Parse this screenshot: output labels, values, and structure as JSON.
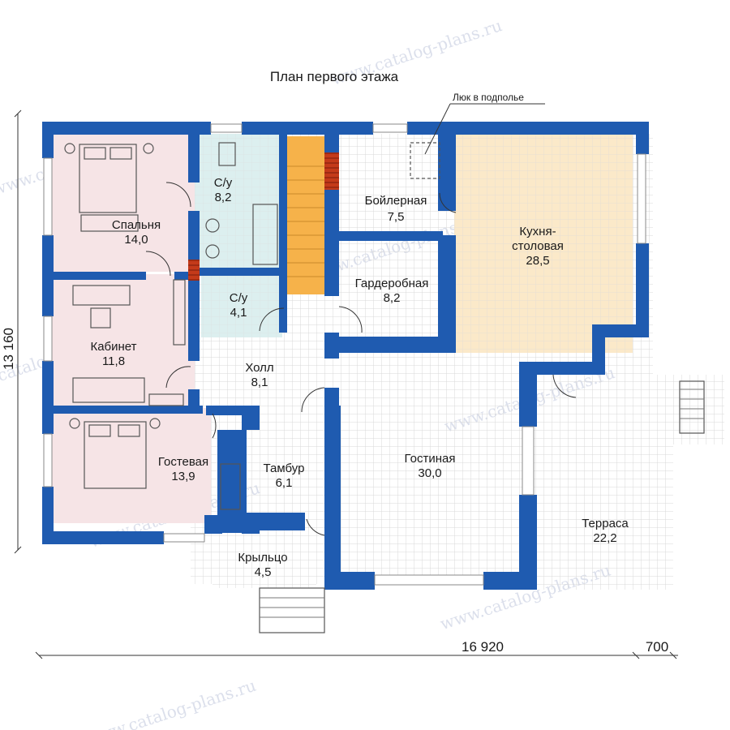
{
  "title": "План первого этажа",
  "hatch_label": "Люк в подполье",
  "watermark": "www.catalog-plans.ru",
  "dimensions": {
    "width": "16 920",
    "terrace": "700",
    "height": "13 160"
  },
  "rooms": [
    {
      "name": "Спальня",
      "area": "14,0"
    },
    {
      "name": "С/у",
      "area": "8,2"
    },
    {
      "name": "Бойлерная",
      "area": "7,5"
    },
    {
      "name": "Кухня-",
      "name2": "столовая",
      "area": "28,5"
    },
    {
      "name": "С/у",
      "area": "4,1"
    },
    {
      "name": "Гардеробная",
      "area": "8,2"
    },
    {
      "name": "Кабинет",
      "area": "11,8"
    },
    {
      "name": "Холл",
      "area": "8,1"
    },
    {
      "name": "Гостевая",
      "area": "13,9"
    },
    {
      "name": "Тамбур",
      "area": "6,1"
    },
    {
      "name": "Гостиная",
      "area": "30,0"
    },
    {
      "name": "Терраса",
      "area": "22,2"
    },
    {
      "name": "Крыльцо",
      "area": "4,5"
    }
  ],
  "colors": {
    "wall": "#1f5bb0",
    "bedroom_floor": "#f6e4e6",
    "bath_floor": "#dcefef",
    "stair": "#f6b24a",
    "kitchen_floor": "#fbe9c9",
    "brick": "#c43a1a",
    "grid": "#dcdcdc"
  }
}
